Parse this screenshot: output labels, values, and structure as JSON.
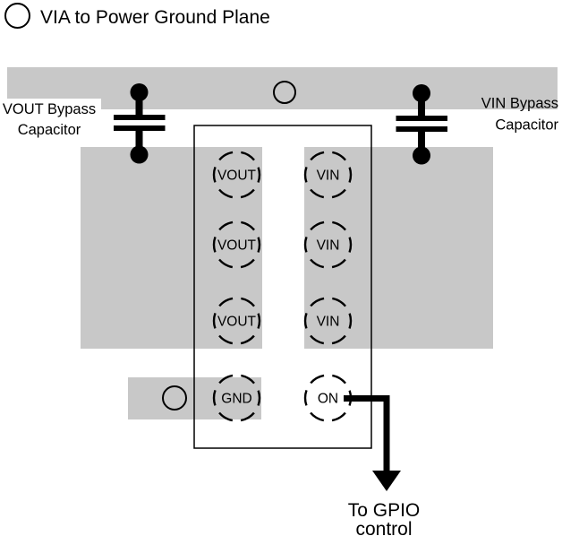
{
  "colors": {
    "plane": "#c8c8c8",
    "ink": "#000000",
    "background": "#ffffff"
  },
  "legend": {
    "label": "VIA to Power Ground Plane"
  },
  "capacitor_labels": {
    "vout": {
      "line1": "VOUT Bypass",
      "line2": "Capacitor"
    },
    "vin": {
      "line1": "VIN Bypass",
      "line2": "Capacitor"
    }
  },
  "ic": {
    "pins_left": [
      "VOUT",
      "VOUT",
      "VOUT",
      "GND"
    ],
    "pins_right": [
      "VIN",
      "VIN",
      "VIN",
      "ON"
    ]
  },
  "annotations": {
    "gpio_line1": "To GPIO",
    "gpio_line2": "control"
  }
}
